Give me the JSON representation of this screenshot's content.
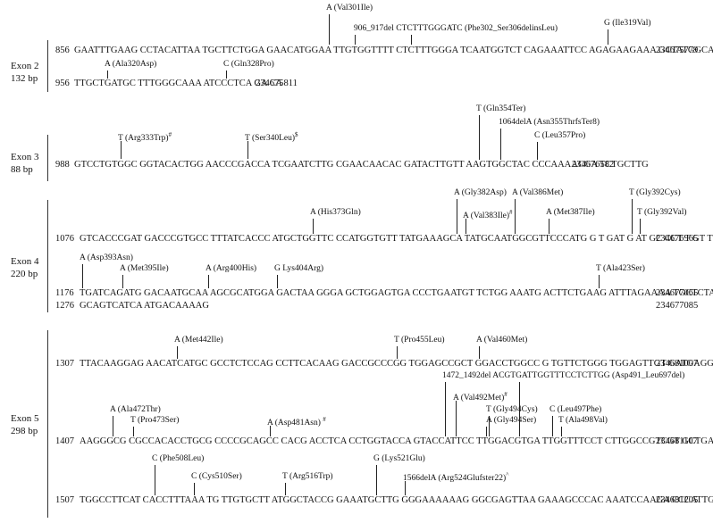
{
  "exons": [
    {
      "name": "Exon 2",
      "size": "132 bp"
    },
    {
      "name": "Exon 3",
      "size": "88 bp"
    },
    {
      "name": "Exon 4",
      "size": "220 bp"
    },
    {
      "name": "Exon 5",
      "size": "298 bp"
    }
  ],
  "lines": [
    {
      "start": "856",
      "seq": "GAATTTGAAG CCTACATTAA TGCTTCTGGA GAACATGGAA TTGTGGTTTT CTCTTTGGGA TCAATGGTCT CAGAAATTCC AGAGAAGAAA GCTATGGCAA",
      "end": "234675779"
    },
    {
      "start": "956",
      "seq": "TTGCTGATGC TTTGGGCAAA ATCCCTCA GA CA",
      "end": "234675811"
    },
    {
      "start": "988",
      "seq": "GTCCTGTGGC GGTACACTGG AACCCGACCA TCGAATCTTG CGAACAACAC GATACTTGTT AAGTGGCTAC CCCAAAACGA TCTGCTTG",
      "end": "234676582"
    },
    {
      "start": "1076",
      "seq": "GTCACCCGAT GACCCGTGCC TTTATCACCC ATGCTGGTTC CCATGGTGTT TATGAAAGCA TATGCAATGGCGTTCCCATG G T GAT G AT GC CCT T GT TT G G",
      "end": "234676965"
    },
    {
      "start": "1176",
      "seq": "TGATCAGATG GACAATGCAA AGCGCATGGA GACTAA GGGA GCTGGAGTGA CCCTGAATGT TCTGG AAATG ACTTCTGAAG ATTTAGAAAA TGCTCTAAAA",
      "end": "234677065"
    },
    {
      "start": "1276",
      "seq": "GCAGTCATCA ATGACAAAAG",
      "end": "234677085"
    },
    {
      "start": "1307",
      "seq": "TTACAAGGAG AACATCATGC GCCTCTCCAG CCTTCACAAG GACCGCCCGG TGGAGCCGCT GGACCTGGCC G TGTTCTGGG TGGAGTTGT GATGAGGCAC",
      "end": "234681007"
    },
    {
      "start": "1407",
      "seq": "AAGGGCG CGCCACACCTGCG CCCCGCAGCC CACG ACCTCA CCTGGTACCA GTACCATTCC TTGGACGTGA TTGGTTTCCT CTTGGCCGTCGT GCTGACAG",
      "end": "234681107"
    },
    {
      "start": "1507",
      "seq": "TGGCCTTCAT CACCTTTAAA TG TTGTGCTT ATGGCTACCG GAAATGCTTG GGGAAAAAAG GGCGAGTTAA GAAAGCCCAC AAATCCAAGA CCCATTGA",
      "end": "234681205"
    }
  ],
  "annotations": [
    {
      "base": "A",
      "change": "(Val301Ile)"
    },
    {
      "base": "906_917del CTCTTTGGGATC",
      "change": "(Phe302_Ser306delinsLeu)"
    },
    {
      "base": "G",
      "change": "(Ile319Val)"
    },
    {
      "base": "A",
      "change": "(Ala320Asp)"
    },
    {
      "base": "C",
      "change": "(Gln328Pro)"
    },
    {
      "base": "T",
      "change": "(Arg333Trp)",
      "mark": "#"
    },
    {
      "base": "T",
      "change": "(Ser340Leu)",
      "mark": "$"
    },
    {
      "base": "T",
      "change": "(Gln354Ter)"
    },
    {
      "base": "1064delA",
      "change": "(Asn355ThrfsTer8)"
    },
    {
      "base": "C",
      "change": "(Leu357Pro)"
    },
    {
      "base": "A",
      "change": "(His373Gln)"
    },
    {
      "base": "A",
      "change": "(Gly382Asp)"
    },
    {
      "base": "A",
      "change": "(Val386Met)"
    },
    {
      "base": "T",
      "change": "(Gly392Cys)"
    },
    {
      "base": "A",
      "change": "(Val383Ile)",
      "mark": "#"
    },
    {
      "base": "A",
      "change": "(Met387Ile)"
    },
    {
      "base": "T",
      "change": "(Gly392Val)"
    },
    {
      "base": "A",
      "change": "(Asp393Asn)"
    },
    {
      "base": "A",
      "change": "(Met395Ile)"
    },
    {
      "base": "A",
      "change": "(Arg400His)"
    },
    {
      "base": "G",
      "change": "Lys404Arg)"
    },
    {
      "base": "T",
      "change": "(Ala423Ser)"
    },
    {
      "base": "A",
      "change": "(Met442Ile)"
    },
    {
      "base": "T",
      "change": "(Pro455Leu)"
    },
    {
      "base": "A",
      "change": "(Val460Met)"
    },
    {
      "base": "1472_1492del ACGTGATTGGTTTCCTCTTGG",
      "change": "(Asp491_Leu697del)"
    },
    {
      "base": "A",
      "change": "(Val492Met)",
      "mark": "#"
    },
    {
      "base": "A",
      "change": "(Ala472Thr)"
    },
    {
      "base": "T",
      "change": "(Pro473Ser)"
    },
    {
      "base": "T",
      "change": "(Gly494Cys)"
    },
    {
      "base": "C",
      "change": "(Leu497Phe)"
    },
    {
      "base": "A",
      "change": "(Gly494Ser)"
    },
    {
      "base": "T",
      "change": "(Ala498Val)"
    },
    {
      "base": "A",
      "change": "(Asp481Asn)",
      "mark": "#"
    },
    {
      "base": "C",
      "change": "(Phe508Leu)"
    },
    {
      "base": "G",
      "change": "(Lys521Glu)"
    },
    {
      "base": "C",
      "change": "(Cys510Ser)"
    },
    {
      "base": "T",
      "change": "(Arg516Trp)"
    },
    {
      "base": "1566delA",
      "change": "(Arg524Glufster22)",
      "mark": "^"
    }
  ]
}
